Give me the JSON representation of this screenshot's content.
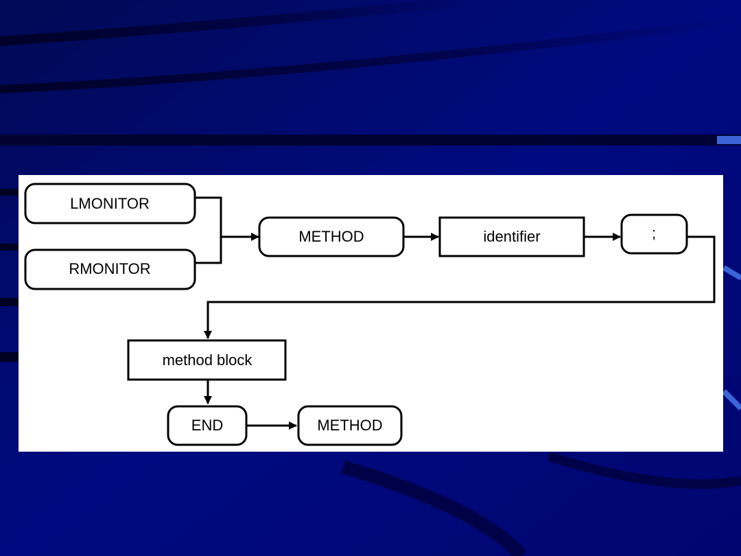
{
  "colors": {
    "background": "#000066",
    "panel": "#ffffff",
    "stroke": "#000000"
  },
  "diagram": {
    "nodes": {
      "lmonitor": "LMONITOR",
      "rmonitor": "RMONITOR",
      "method": "METHOD",
      "identifier": "identifier",
      "semicolon": ";",
      "method_block": "method block",
      "end": "END",
      "method_end": "METHOD"
    }
  }
}
